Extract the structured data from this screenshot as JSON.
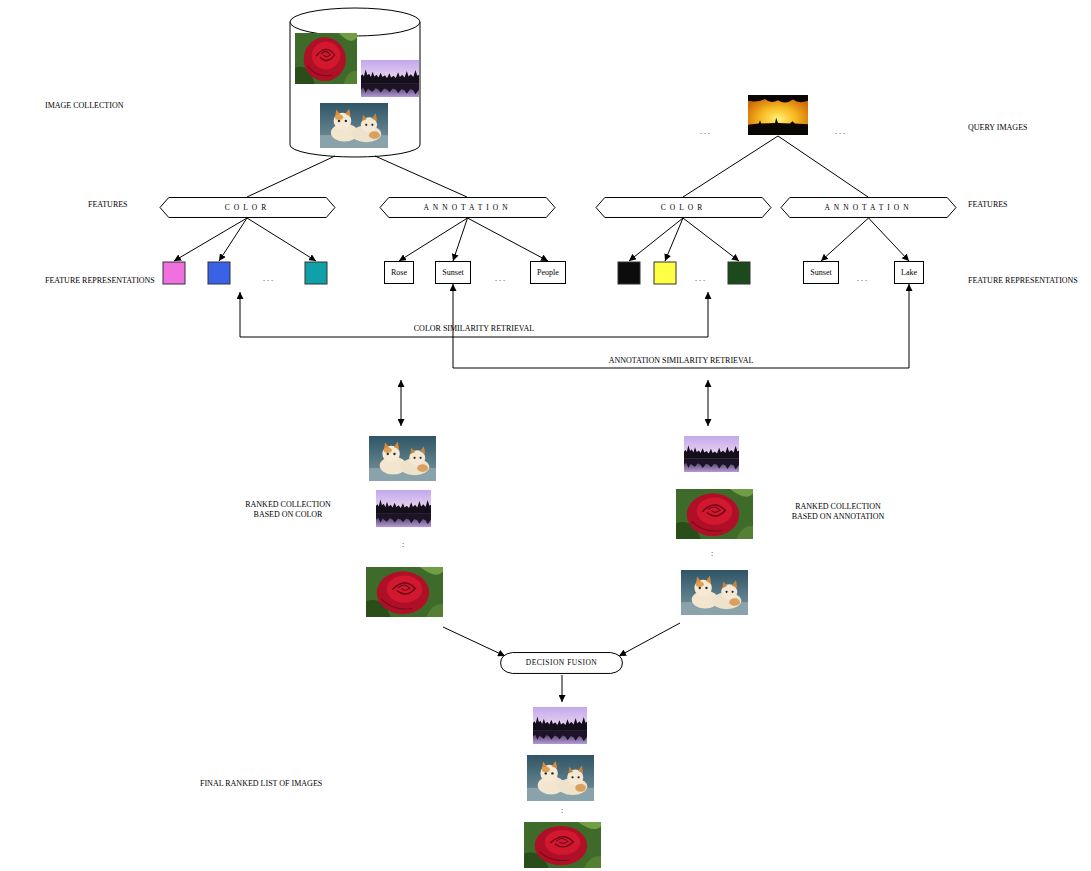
{
  "diagram": {
    "nodes": [
      {
        "text": [
          "COLOR"
        ]
      },
      {
        "text": [
          "ANNOTATION"
        ]
      },
      {
        "text": [
          "COLOR"
        ]
      },
      {
        "text": [
          "ANNOTATION"
        ]
      },
      {
        "text": [
          "Rose"
        ]
      },
      {
        "text": [
          "Sunset"
        ]
      },
      {
        "text": [
          "People"
        ]
      },
      {
        "text": [
          "Sunset"
        ]
      },
      {
        "text": [
          "Lake"
        ]
      },
      {
        "text": [
          "DECISION FUSION"
        ]
      }
    ],
    "edges": [
      {
        "from": 1,
        "to": 4,
        "arrow": "to"
      },
      {
        "from": 1,
        "to": 5,
        "arrow": "to"
      },
      {
        "from": 1,
        "to": 6,
        "arrow": "to"
      },
      {
        "from": 3,
        "to": 7,
        "arrow": "to"
      },
      {
        "from": 3,
        "to": 8,
        "arrow": "to"
      },
      {
        "from": 5,
        "to": 8,
        "label": "ANNOTATION SIMILARITY RETRIEVAL",
        "arrow": "both"
      }
    ],
    "labels": [
      "IMAGE COLLECTION",
      "QUERY IMAGES",
      ". . .",
      ". . .",
      "FEATURES",
      "FEATURES",
      "FEATURE REPRESENTATIONS",
      ". . .",
      ". . .",
      ". . .",
      ". . .",
      "FEATURE REPRESENTATIONS",
      "COLOR SIMILARITY RETRIEVAL",
      "RANKED COLLECTION BASED ON COLOR",
      "RANKED COLLECTION BASED ON ANNOTATION",
      ":",
      ":",
      "FINAL RANKED LIST OF IMAGES",
      ":"
    ]
  }
}
